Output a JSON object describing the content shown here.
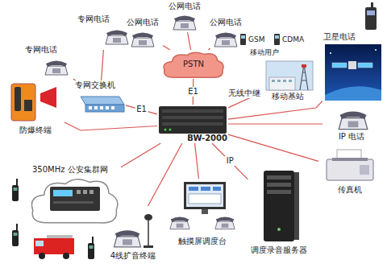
{
  "diagram": {
    "nodes": [
      {
        "text": [
          "专网电话"
        ]
      },
      {
        "text": [
          "专网电话"
        ]
      },
      {
        "text": [
          "专网交换机"
        ]
      },
      {
        "text": [
          "公网电话"
        ]
      },
      {
        "text": [
          "公网电话"
        ]
      },
      {
        "text": [
          "公网电话"
        ]
      },
      {
        "text": [
          "PSTN"
        ]
      },
      {
        "text": [
          "移动基站"
        ]
      },
      {
        "text": [
          "卫星电话"
        ]
      },
      {
        "text": [
          "BW-2000"
        ]
      },
      {
        "text": [
          "IP 电话"
        ]
      },
      {
        "text": [
          "传真机"
        ]
      },
      {
        "text": [
          "调度录音服务器"
        ]
      },
      {
        "text": [
          "触摸屏调度台"
        ]
      },
      {
        "text": [
          "4线扩音终端"
        ]
      },
      {
        "text": [
          "350MHz 公安集群网"
        ]
      },
      {
        "text": [
          "防爆终端"
        ]
      }
    ],
    "edges": [
      {
        "from": 0,
        "to": 2,
        "arrow": "none"
      },
      {
        "from": 1,
        "to": 2,
        "arrow": "none"
      },
      {
        "from": 2,
        "to": 9,
        "label": "E1",
        "arrow": "none"
      },
      {
        "from": 3,
        "to": 6,
        "arrow": "none"
      },
      {
        "from": 4,
        "to": 6,
        "arrow": "none"
      },
      {
        "from": 5,
        "to": 6,
        "arrow": "none"
      },
      {
        "from": 6,
        "to": 9,
        "label": "E1",
        "arrow": "none"
      },
      {
        "from": 9,
        "to": 7,
        "label": "无线中继",
        "arrow": "none"
      },
      {
        "from": 9,
        "to": 8,
        "arrow": "none"
      },
      {
        "from": 9,
        "to": 10,
        "arrow": "none"
      },
      {
        "from": 9,
        "to": 11,
        "arrow": "none"
      },
      {
        "from": 9,
        "to": 12,
        "label": "IP",
        "arrow": "none"
      },
      {
        "from": 9,
        "to": 13,
        "arrow": "none"
      },
      {
        "from": 9,
        "to": 14,
        "arrow": "none"
      },
      {
        "from": 9,
        "to": 15,
        "arrow": "none"
      },
      {
        "from": 9,
        "to": 16,
        "arrow": "none"
      }
    ],
    "labels": [
      "GSM",
      "CDMA",
      "移动用户"
    ]
  }
}
